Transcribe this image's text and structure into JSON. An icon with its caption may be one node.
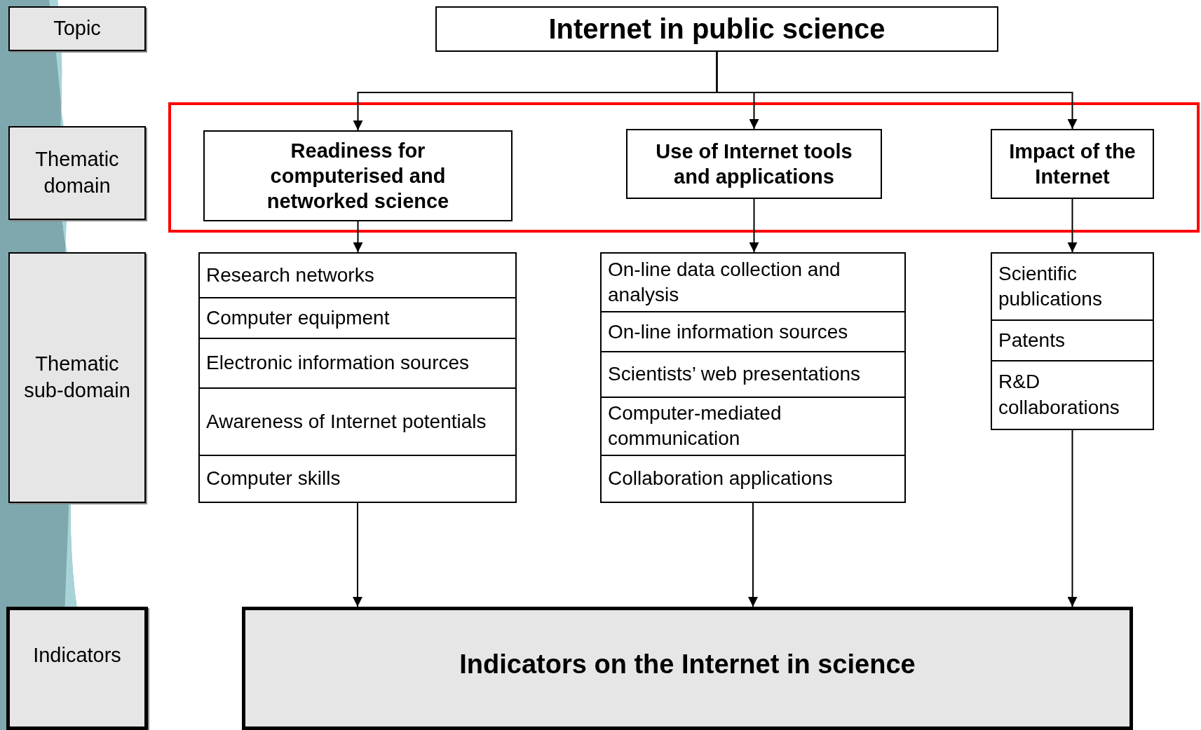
{
  "diagram": {
    "nodes": [
      {
        "text": [
          "Topic"
        ]
      },
      {
        "text": [
          "Internet in public science"
        ]
      },
      {
        "text": [
          "Thematic domain"
        ]
      },
      {
        "text": [
          "Readiness for computerised and networked science"
        ]
      },
      {
        "text": [
          "Use of Internet tools and applications"
        ]
      },
      {
        "text": [
          "Impact of the Internet"
        ]
      },
      {
        "text": [
          "Thematic sub-domain"
        ]
      },
      {
        "text": [],
        "shape": "box"
      },
      {
        "text": [
          "Research networks"
        ],
        "in": 7
      },
      {
        "text": [
          "Computer equipment"
        ],
        "in": 7
      },
      {
        "text": [
          "Electronic information sources"
        ],
        "in": 7
      },
      {
        "text": [
          "Awareness of Internet potentials"
        ],
        "in": 7
      },
      {
        "text": [
          "Computer skills"
        ],
        "in": 7
      },
      {
        "text": [],
        "shape": "box"
      },
      {
        "text": [
          "On-line data collection and analysis"
        ],
        "in": 13
      },
      {
        "text": [
          "On-line information sources"
        ],
        "in": 13
      },
      {
        "text": [
          "Scientists’ web presentations"
        ],
        "in": 13
      },
      {
        "text": [
          "Computer-mediated communication"
        ],
        "in": 13
      },
      {
        "text": [
          "Collaboration applications"
        ],
        "in": 13
      },
      {
        "text": [],
        "shape": "box"
      },
      {
        "text": [
          "Scientific publications"
        ],
        "in": 19
      },
      {
        "text": [
          "Patents"
        ],
        "in": 19
      },
      {
        "text": [
          "R&D collaborations"
        ],
        "in": 19
      },
      {
        "text": [
          "Indicators"
        ]
      },
      {
        "text": [
          "Indicators on the Internet in science"
        ]
      }
    ],
    "edges": [
      {
        "from": 1,
        "to": 3,
        "arrow": "to"
      },
      {
        "from": 1,
        "to": 4,
        "arrow": "to"
      },
      {
        "from": 1,
        "to": 5,
        "arrow": "to"
      },
      {
        "from": 3,
        "to": 7,
        "arrow": "to"
      },
      {
        "from": 4,
        "to": 13,
        "arrow": "to"
      },
      {
        "from": 5,
        "to": 19,
        "arrow": "to"
      },
      {
        "from": 7,
        "to": 24,
        "arrow": "to"
      },
      {
        "from": 13,
        "to": 24,
        "arrow": "to"
      },
      {
        "from": 19,
        "to": 24,
        "arrow": "to"
      }
    ]
  }
}
